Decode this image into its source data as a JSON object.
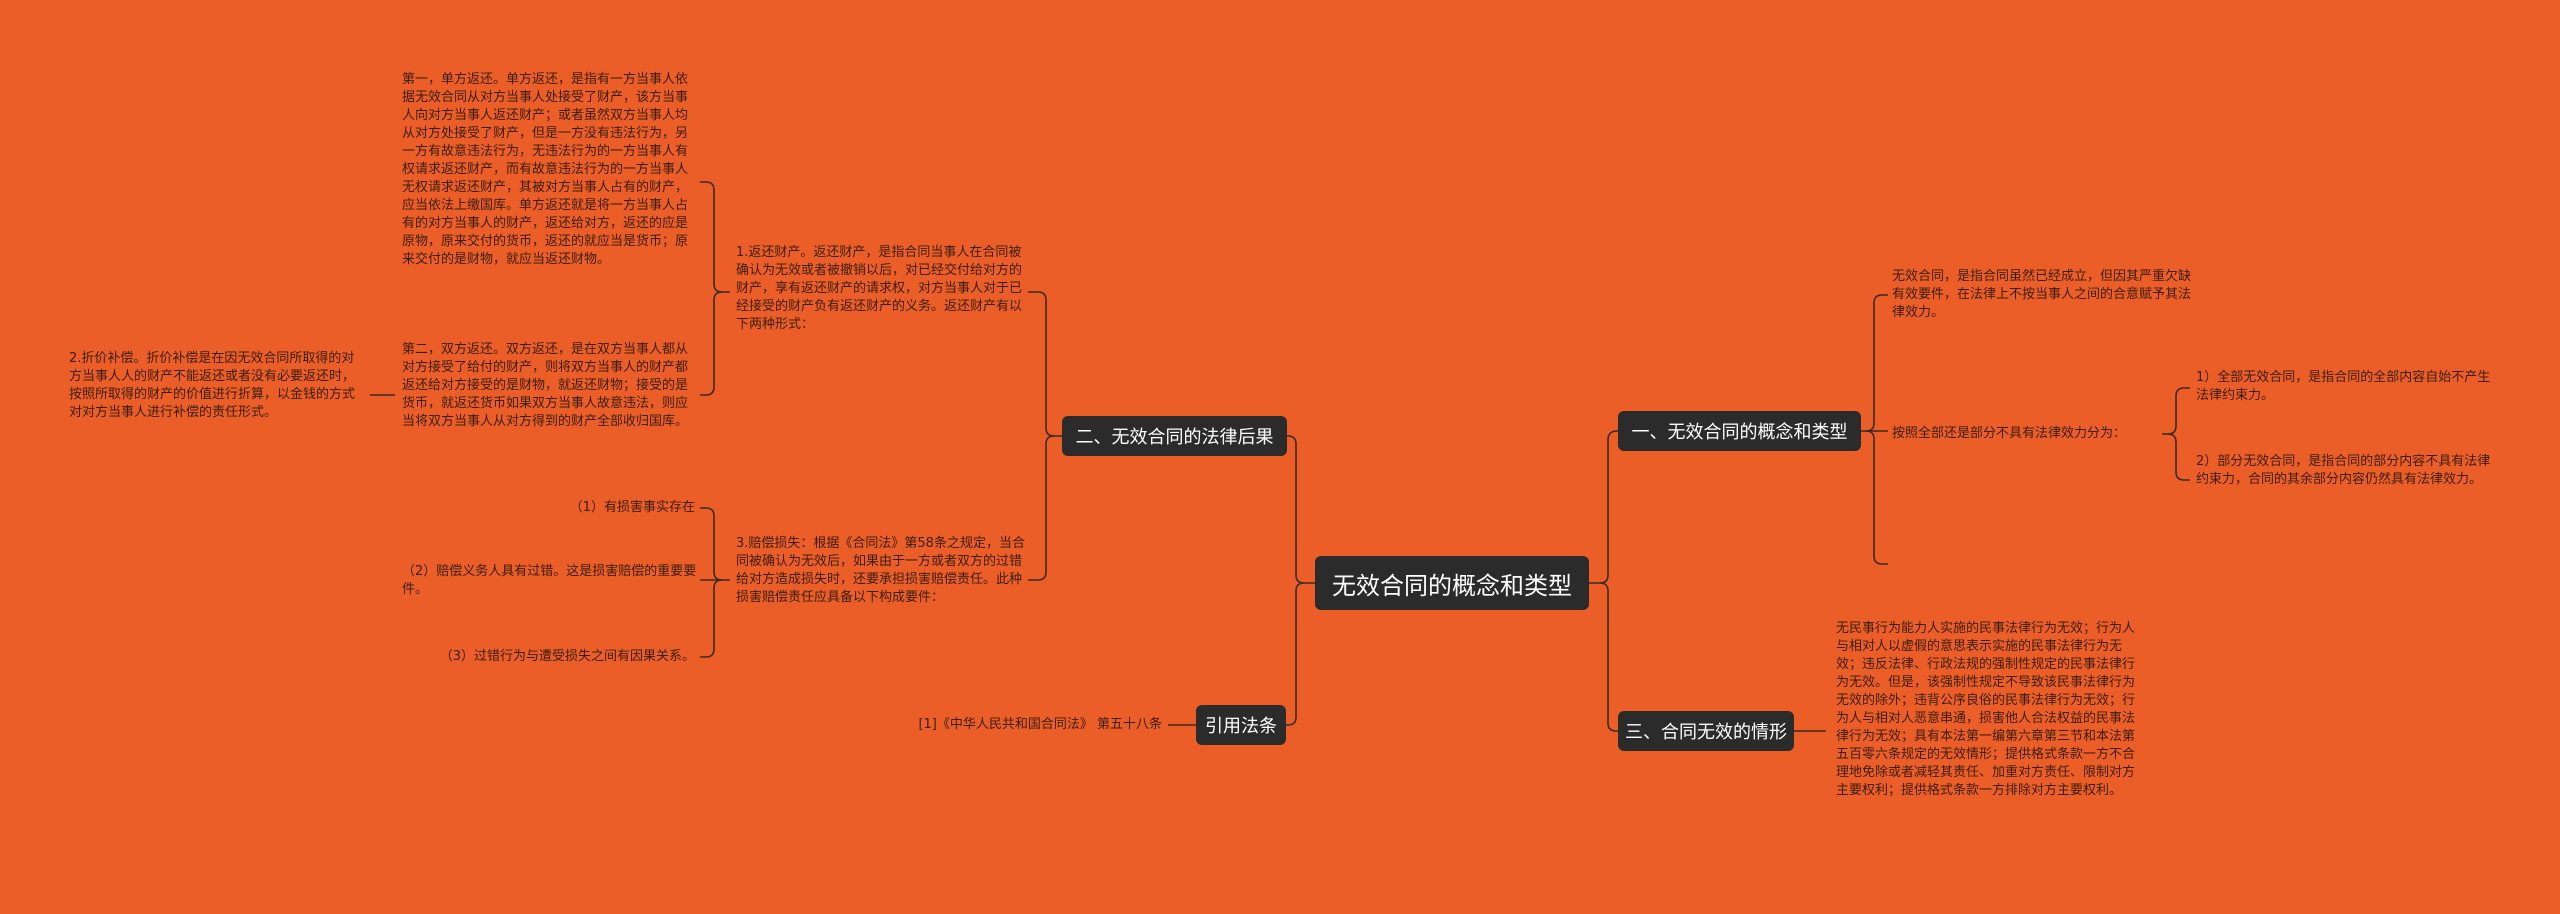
{
  "root": "无效合同的概念和类型",
  "right_branches": {
    "b1": {
      "label": "一、无效合同的概念和类型",
      "definition": "无效合同，是指合同虽然已经成立，但因其严重欠缺有效要件，在法律上不按当事人之间的合意赋予其法律效力。",
      "classify_intro": "按照全部还是部分不具有法律效力分为：",
      "classify_items": [
        "1）全部无效合同，是指合同的全部内容自始不产生法律约束力。",
        "2）部分无效合同，是指合同的部分内容不具有法律约束力，合同的其余部分内容仍然具有法律效力。"
      ]
    },
    "b3": {
      "label": "三、合同无效的情形",
      "text": "无民事行为能力人实施的民事法律行为无效；行为人与相对人以虚假的意思表示实施的民事法律行为无效；违反法律、行政法规的强制性规定的民事法律行为无效。但是，该强制性规定不导致该民事法律行为无效的除外；违背公序良俗的民事法律行为无效；行为人与相对人恶意串通，损害他人合法权益的民事法律行为无效；具有本法第一编第六章第三节和本法第五百零六条规定的无效情形；提供格式条款一方不合理地免除或者减轻其责任、加重对方责任、限制对方主要权利；提供格式条款一方排除对方主要权利。"
    }
  },
  "left_branches": {
    "b2": {
      "label": "二、无效合同的法律后果",
      "restore": {
        "intro": "1.返还财产。返还财产，是指合同当事人在合同被确认为无效或者被撤销以后，对已经交付给对方的财产，享有返还财产的请求权，对方当事人对于已经接受的财产负有返还财产的义务。返还财产有以下两种形式：",
        "unilateral": "第一，单方返还。单方返还，是指有一方当事人依据无效合同从对方当事人处接受了财产，该方当事人向对方当事人返还财产；或者虽然双方当事人均从对方处接受了财产，但是一方没有违法行为，另一方有故意违法行为，无违法行为的一方当事人有权请求返还财产，而有故意违法行为的一方当事人无权请求返还财产，其被对方当事人占有的财产，应当依法上缴国库。单方返还就是将一方当事人占有的对方当事人的财产，返还给对方，返还的应是原物，原来交付的货币，返还的就应当是货币；原来交付的是财物，就应当返还财物。",
        "bilateral": "第二，双方返还。双方返还，是在双方当事人都从对方接受了给付的财产，则将双方当事人的财产都返还给对方接受的是财物，就返还财物；接受的是货币，就返还货币如果双方当事人故意违法，则应当将双方当事人从对方得到的财产全部收归国库。"
      },
      "compensation": "2.折价补偿。折价补偿是在因无效合同所取得的对方当事人人的财产不能返还或者没有必要返还时，按照所取得的财产的价值进行折算，以金钱的方式对对方当事人进行补偿的责任形式。",
      "damages": {
        "intro": "3.赔偿损失：根据《合同法》第58条之规定，当合同被确认为无效后，如果由于一方或者双方的过错给对方造成损失时，还要承担损害赔偿责任。此种损害赔偿责任应具备以下构成要件：",
        "items": [
          "（1）有损害事实存在",
          "（2）赔偿义务人具有过错。这是损害赔偿的重要要件。",
          "（3）过错行为与遭受损失之间有因果关系。"
        ]
      }
    },
    "cite": {
      "label": "引用法条",
      "text": "[1]《中华人民共和国合同法》 第五十八条"
    }
  }
}
